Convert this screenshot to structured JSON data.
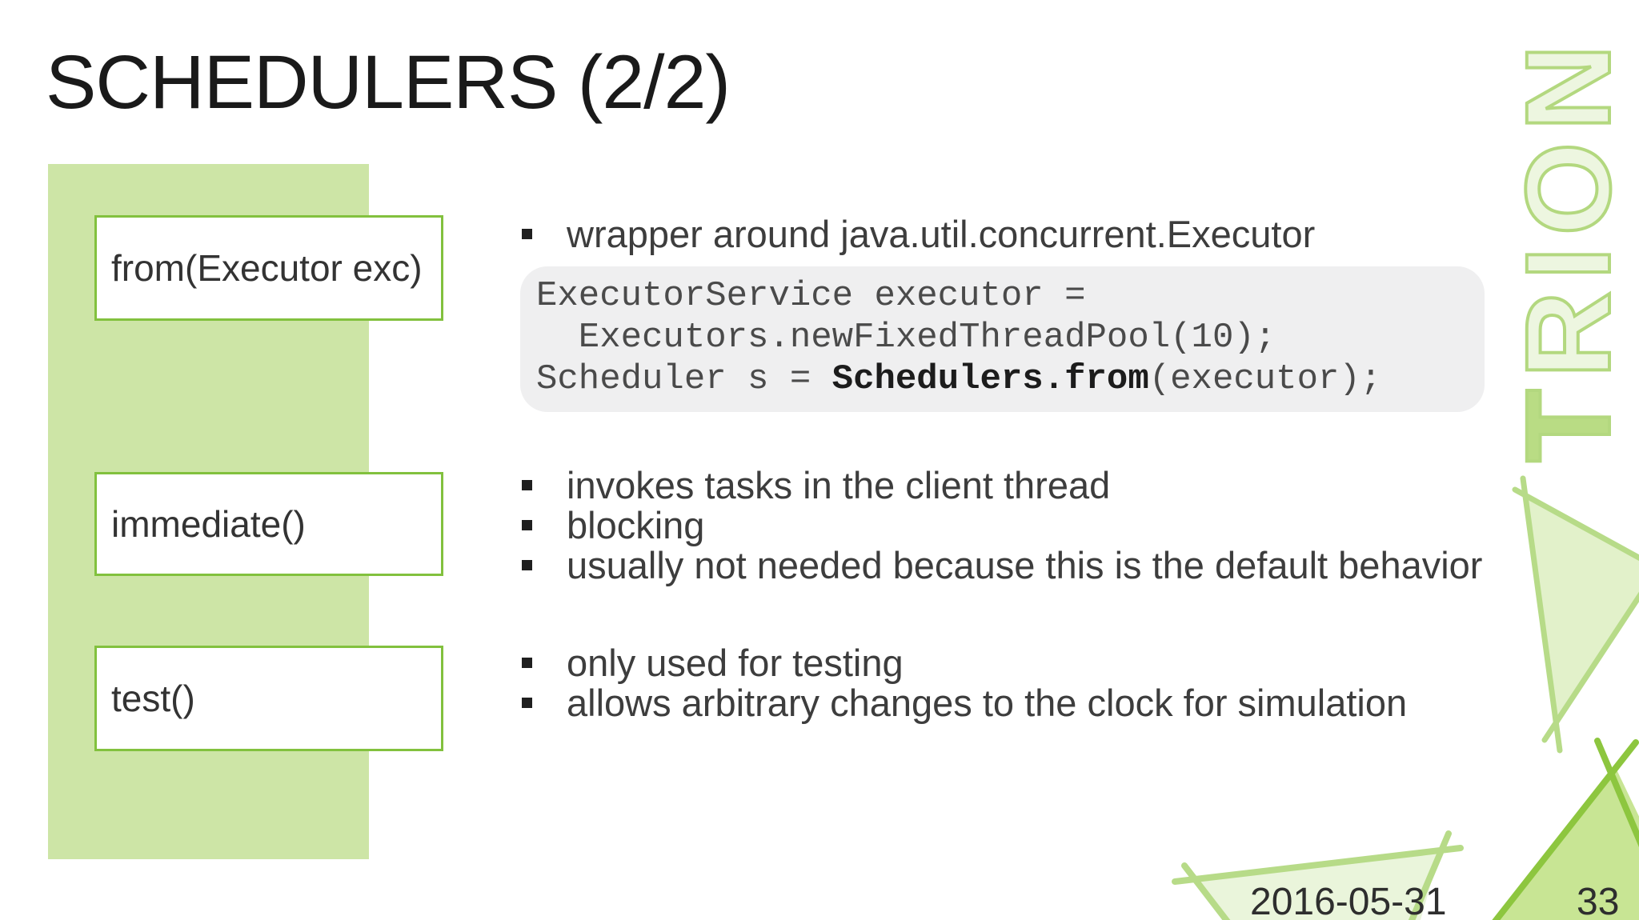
{
  "slide": {
    "title": "SCHEDULERS (2/2)",
    "date": "2016-05-31",
    "page_number": "33"
  },
  "logo": {
    "first_letter": "T",
    "rest_letters": "RION",
    "full_text": "TRION"
  },
  "scheduler_boxes": [
    {
      "label": "from(Executor exc)"
    },
    {
      "label": "immediate()"
    },
    {
      "label": "test()"
    }
  ],
  "bullet_groups": [
    {
      "bullets": [
        "wrapper around java.util.concurrent.Executor"
      ]
    },
    {
      "bullets": [
        "invokes tasks in the client thread",
        "blocking",
        "usually not needed because this is the default behavior"
      ]
    },
    {
      "bullets": [
        "only used for testing",
        "allows arbitrary changes to the clock for simulation"
      ]
    }
  ],
  "code_block": {
    "line1": "ExecutorService executor =",
    "line2": "  Executors.newFixedThreadPool(10);",
    "line3_prefix": "Scheduler s = ",
    "line3_bold": "Schedulers.from",
    "line3_suffix": "(executor);"
  },
  "colors": {
    "title-color": "#1a1a1a",
    "text-dark": "#3d3d3d",
    "band-green": "#cde5a6",
    "border-green": "#82c13e",
    "code-bg": "#efeff0",
    "code-text": "#4a4a4a",
    "code-bold": "#1c1c1c",
    "logo-stroke": "#b3d87f",
    "logo-fill": "#edf6e0",
    "logo-solid": "#b9dc84",
    "tri-light-stroke": "#b7db88",
    "tri-light-fill": "#e2f1ca",
    "tri-flat-fill": "#eaf5db",
    "tri-dark-stroke": "#8dc63f",
    "tri-dark-fill": "#c8e594"
  }
}
